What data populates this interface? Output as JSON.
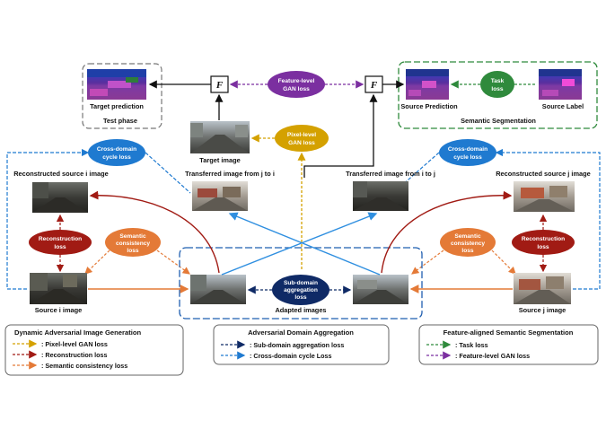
{
  "phases": {
    "test_phase": "Test phase",
    "semantic_segmentation": "Semantic Segmentation"
  },
  "image_labels": {
    "target_prediction": "Target prediction",
    "target_image": "Target image",
    "source_prediction": "Source Prediction",
    "source_label": "Source Label",
    "transferred_j_to_i": "Transferred image from j to i",
    "transferred_i_to_j": "Transferred image from i to j",
    "reconstructed_i": "Reconstructed source i image",
    "reconstructed_j": "Reconstructed source j image",
    "source_i": "Source i image",
    "source_j": "Source j image",
    "adapted_images": "Adapted images"
  },
  "operators": {
    "f_left": "F",
    "f_right": "F"
  },
  "loss_nodes": {
    "feature_gan_line1": "Feature-level",
    "feature_gan_line2": "GAN loss",
    "task_line1": "Task",
    "task_line2": "loss",
    "pixel_gan_line1": "Pixel-level",
    "pixel_gan_line2": "GAN loss",
    "cycle_left_line1": "Cross-domain",
    "cycle_left_line2": "cycle loss",
    "cycle_right_line1": "Cross-domain",
    "cycle_right_line2": "cycle loss",
    "recon_left_line1": "Reconstruction",
    "recon_left_line2": "loss",
    "recon_right_line1": "Reconstruction",
    "recon_right_line2": "loss",
    "semcons_left_line1": "Semantic",
    "semcons_left_line2": "consistency",
    "semcons_left_line3": "loss",
    "semcons_right_line1": "Semantic",
    "semcons_right_line2": "consistency",
    "semcons_right_line3": "loss",
    "subdomain_line1": "Sub-domain",
    "subdomain_line2": "aggregation",
    "subdomain_line3": "loss"
  },
  "legends": {
    "dynamic": {
      "title": "Dynamic Adversarial Image Generation",
      "items": [
        {
          "label": ":   Pixel-level GAN loss"
        },
        {
          "label": ":   Reconstruction loss"
        },
        {
          "label": ":   Semantic consistency loss"
        }
      ]
    },
    "adversarial": {
      "title": "Adversarial Domain Aggregation",
      "items": [
        {
          "label": ":   Sub-domain aggregation loss"
        },
        {
          "label": ":   Cross-domain cycle Loss"
        }
      ]
    },
    "feature": {
      "title": "Feature-aligned Semantic Segmentation",
      "items": [
        {
          "label": ":   Task loss"
        },
        {
          "label": ":   Feature-level GAN loss"
        }
      ]
    }
  },
  "colors": {
    "feature_gan": "#7b2fa0",
    "task": "#2f8a3c",
    "pixel_gan": "#d4a100",
    "cycle": "#1f7ad0",
    "reconstruction": "#a11b14",
    "semantic_consistency": "#e47a37",
    "subdomain": "#0f2a66",
    "transfer_arrow": "#2f8fe0"
  }
}
